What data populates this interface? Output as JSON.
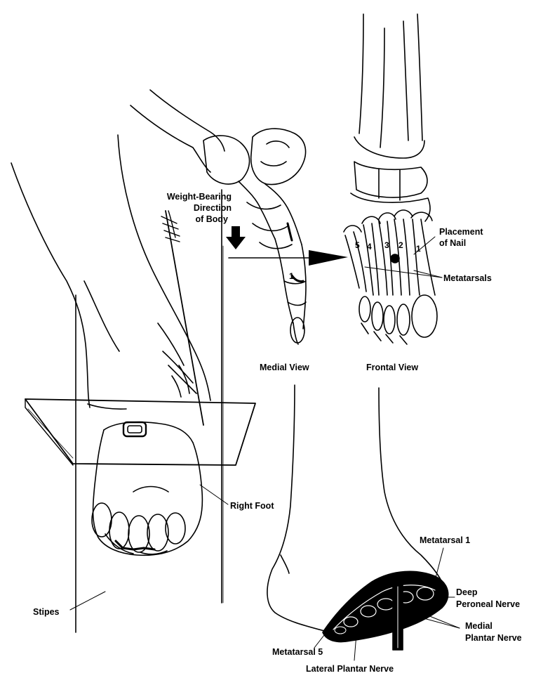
{
  "labels": {
    "weight_bearing_1": "Weight-Bearing",
    "weight_bearing_2": "Direction",
    "weight_bearing_3": "of Body",
    "medial_view": "Medial View",
    "frontal_view": "Frontal View",
    "placement_1": "Placement",
    "placement_2": "of Nail",
    "metatarsals": "Metatarsals",
    "right_foot": "Right Foot",
    "stipes": "Stipes",
    "metatarsal_1": "Metatarsal 1",
    "deep_peroneal_1": "Deep",
    "deep_peroneal_2": "Peroneal Nerve",
    "medial_plantar_1": "Medial",
    "medial_plantar_2": "Plantar Nerve",
    "metatarsal_5": "Metatarsal 5",
    "lateral_plantar": "Lateral Plantar Nerve"
  },
  "digits": {
    "m5": "5",
    "m4": "4",
    "m3": "3",
    "m2": "2",
    "m1": "1",
    "medial_1": "1"
  },
  "colors": {
    "ink": "#000000",
    "paper": "#ffffff"
  }
}
